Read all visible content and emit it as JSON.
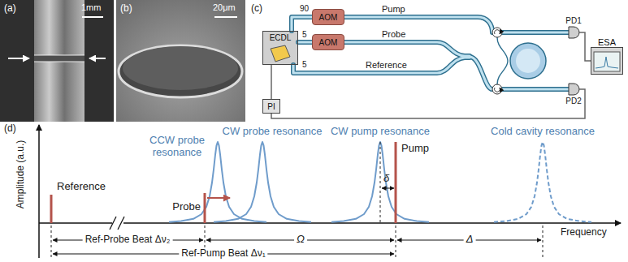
{
  "diagram": {
    "nodes": [
      {
        "text": [
          "ECDL"
        ]
      },
      {
        "text": [
          "AOM"
        ]
      },
      {
        "text": [
          "AOM"
        ]
      },
      {
        "text": [
          "PI"
        ]
      },
      {
        "text": [
          "ESA"
        ]
      }
    ],
    "edges": [
      {
        "from": 0,
        "to": 1,
        "arrow": "none"
      },
      {
        "from": 0,
        "to": 2,
        "arrow": "none"
      },
      {
        "from": 3,
        "to": 0,
        "arrow": "none"
      }
    ],
    "labels": [
      "(a)",
      "1mm",
      "(b)",
      "20μm",
      "(c)",
      "90",
      "5",
      "5",
      "Pump",
      "Probe",
      "Reference",
      "PD1",
      "PD2",
      "(d)",
      "Amplitude (a.u.)",
      "Reference",
      "CCW probe resonance",
      "CW probe resonance",
      "CW pump resonance",
      "Cold cavity resonance",
      "Pump",
      "Probe",
      "δ",
      "Ref-Probe Beat Δν₂",
      "Ω",
      "Δ",
      "Ref-Pump Beat Δν₁",
      "Frequency"
    ]
  }
}
